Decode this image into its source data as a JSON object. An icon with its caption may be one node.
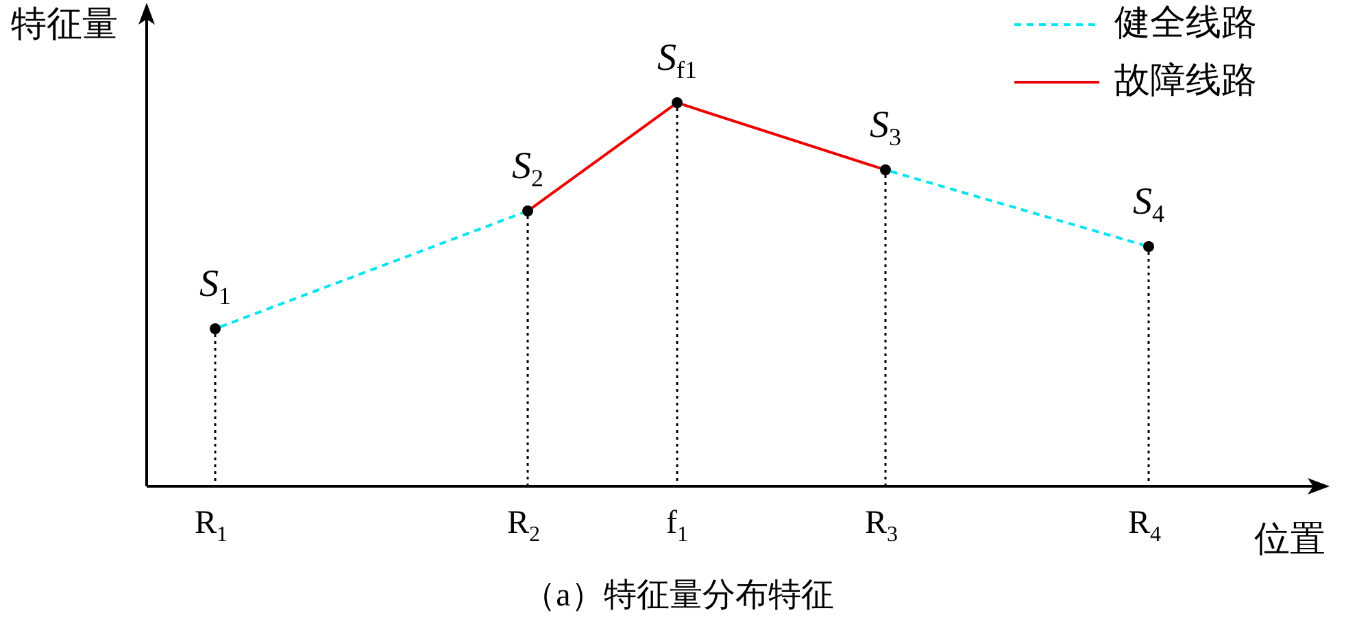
{
  "diagram": {
    "caption": "（a）特征量分布特征",
    "nodes": [
      {
        "text": [
          "*S*$_{1}$"
        ]
      },
      {
        "text": [
          "*S*$_{2}$"
        ]
      },
      {
        "text": [
          "*S*$_{f1}$"
        ]
      },
      {
        "text": [
          "*S*$_{3}$"
        ]
      },
      {
        "text": [
          "*S*$_{4}$"
        ]
      }
    ],
    "edges": [
      {
        "from": 0,
        "to": 1,
        "arrow": "none",
        "style": "dashed",
        "color": "#00e5ee"
      },
      {
        "from": 1,
        "to": 2,
        "arrow": "none",
        "color": "#ee0000"
      },
      {
        "from": 2,
        "to": 3,
        "arrow": "none",
        "color": "#ee0000"
      },
      {
        "from": 3,
        "to": 4,
        "arrow": "none",
        "style": "dashed",
        "color": "#00e5ee"
      }
    ],
    "labels": [
      "特征量",
      "R$_{1}$",
      "R$_{2}$",
      "f$_{1}$",
      "R$_{3}$",
      "R$_{4}$",
      "位置"
    ],
    "legend": [
      {
        "text": "健全线路"
      },
      {
        "text": "故障线路"
      }
    ]
  }
}
